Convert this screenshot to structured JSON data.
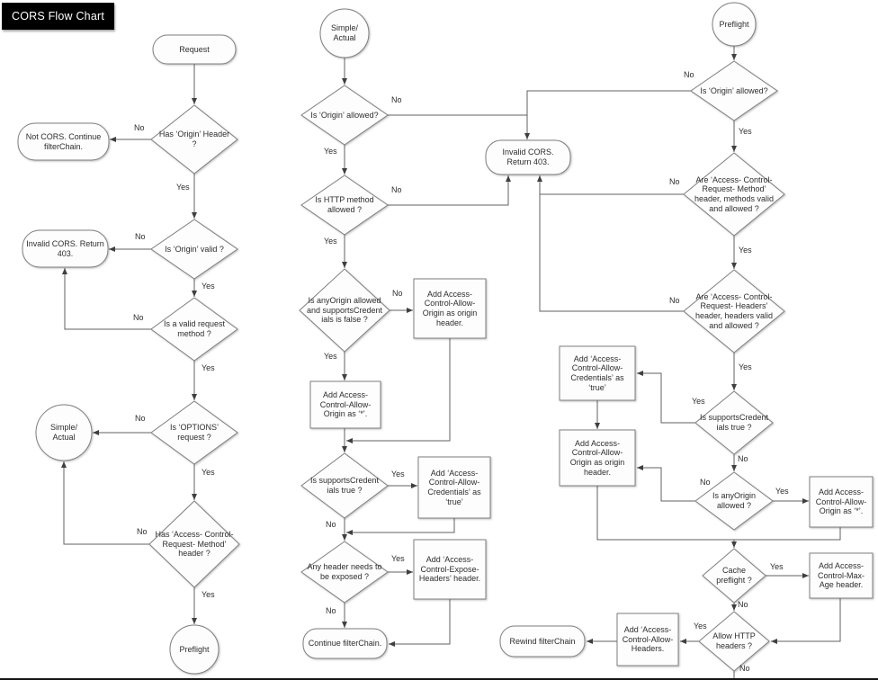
{
  "title": "CORS Flow Chart",
  "labels": {
    "yes": "Yes",
    "no": "No"
  },
  "colors": {
    "shape_fill": "#fdfdfd",
    "shape_stroke": "#7f7f7f",
    "line": "#606060",
    "text": "#2d2d2d",
    "title_bg": "#000000",
    "title_fg": "#ffffff"
  },
  "nodes": {
    "request": "Request",
    "has_origin_header": "Has ‘Origin’ Header ?",
    "not_cors": "Not CORS. Continue filterChain.",
    "is_origin_valid": "Is ‘Origin’ valid ?",
    "invalid_cors_left": "Invalid CORS. Return 403.",
    "is_valid_request_method": "Is a valid request method ?",
    "is_options_request": "Is ‘OPTIONS’ request ?",
    "simple_actual_left": "Simple/ Actual",
    "has_acrm_header": "Has ‘Access- Control-Request- Method’ header ?",
    "preflight_left": "Preflight",
    "simple_actual_top": "Simple/ Actual",
    "is_origin_allowed_simple": "Is ‘Origin’ allowed?",
    "invalid_cors_return": "Invalid CORS. Return 403.",
    "is_http_method_allowed": "Is HTTP method allowed ?",
    "is_anyorigin_and_no_credentials": "Is anyOrigin allowed and supportsCredent ials is false ?",
    "add_acao_origin_simple": "Add Access- Control-Allow- Origin as origin header.",
    "add_acao_star_simple": "Add Access- Control-Allow- Origin as ‘*’.",
    "is_supports_credentials_simple": "Is supportsCredent ials true ?",
    "add_acac_true_simple": "Add ‘Access- Control-Allow- Credentials’ as ‘true’",
    "any_header_exposed": "Any header needs to be exposed ?",
    "add_expose_headers": "Add ‘Access- Control-Expose- Headers’ header.",
    "continue_filterchain": "Continue filterChain.",
    "preflight_top": "Preflight",
    "is_origin_allowed_preflight": "Is ‘Origin’ allowed?",
    "are_acrm_valid": "Are ‘Access- Control-Request- Method’ header, methods  valid and allowed ?",
    "are_acrh_valid": "Are ‘Access- Control-Request- Headers’ header, headers valid and allowed ?",
    "is_supports_credentials_preflight": "Is supportsCredent ials true ?",
    "add_acac_true_preflight": "Add ‘Access- Control-Allow- Credentials’ as ‘true’",
    "add_acao_origin_preflight": "Add Access- Control-Allow- Origin as origin header.",
    "is_anyorigin_allowed_preflight": "Is anyOrigin allowed ?",
    "add_acao_star_preflight": "Add Access- Control-Allow- Origin as ‘*’.",
    "cache_preflight": "Cache preflight ?",
    "add_max_age": "Add Access- Control-Max- Age header.",
    "allow_http_headers": "Allow HTTP headers ?",
    "add_allow_headers": "Add ‘Access- Control-Allow- Headers.",
    "rewind_filterchain": "Rewind filterChain"
  }
}
